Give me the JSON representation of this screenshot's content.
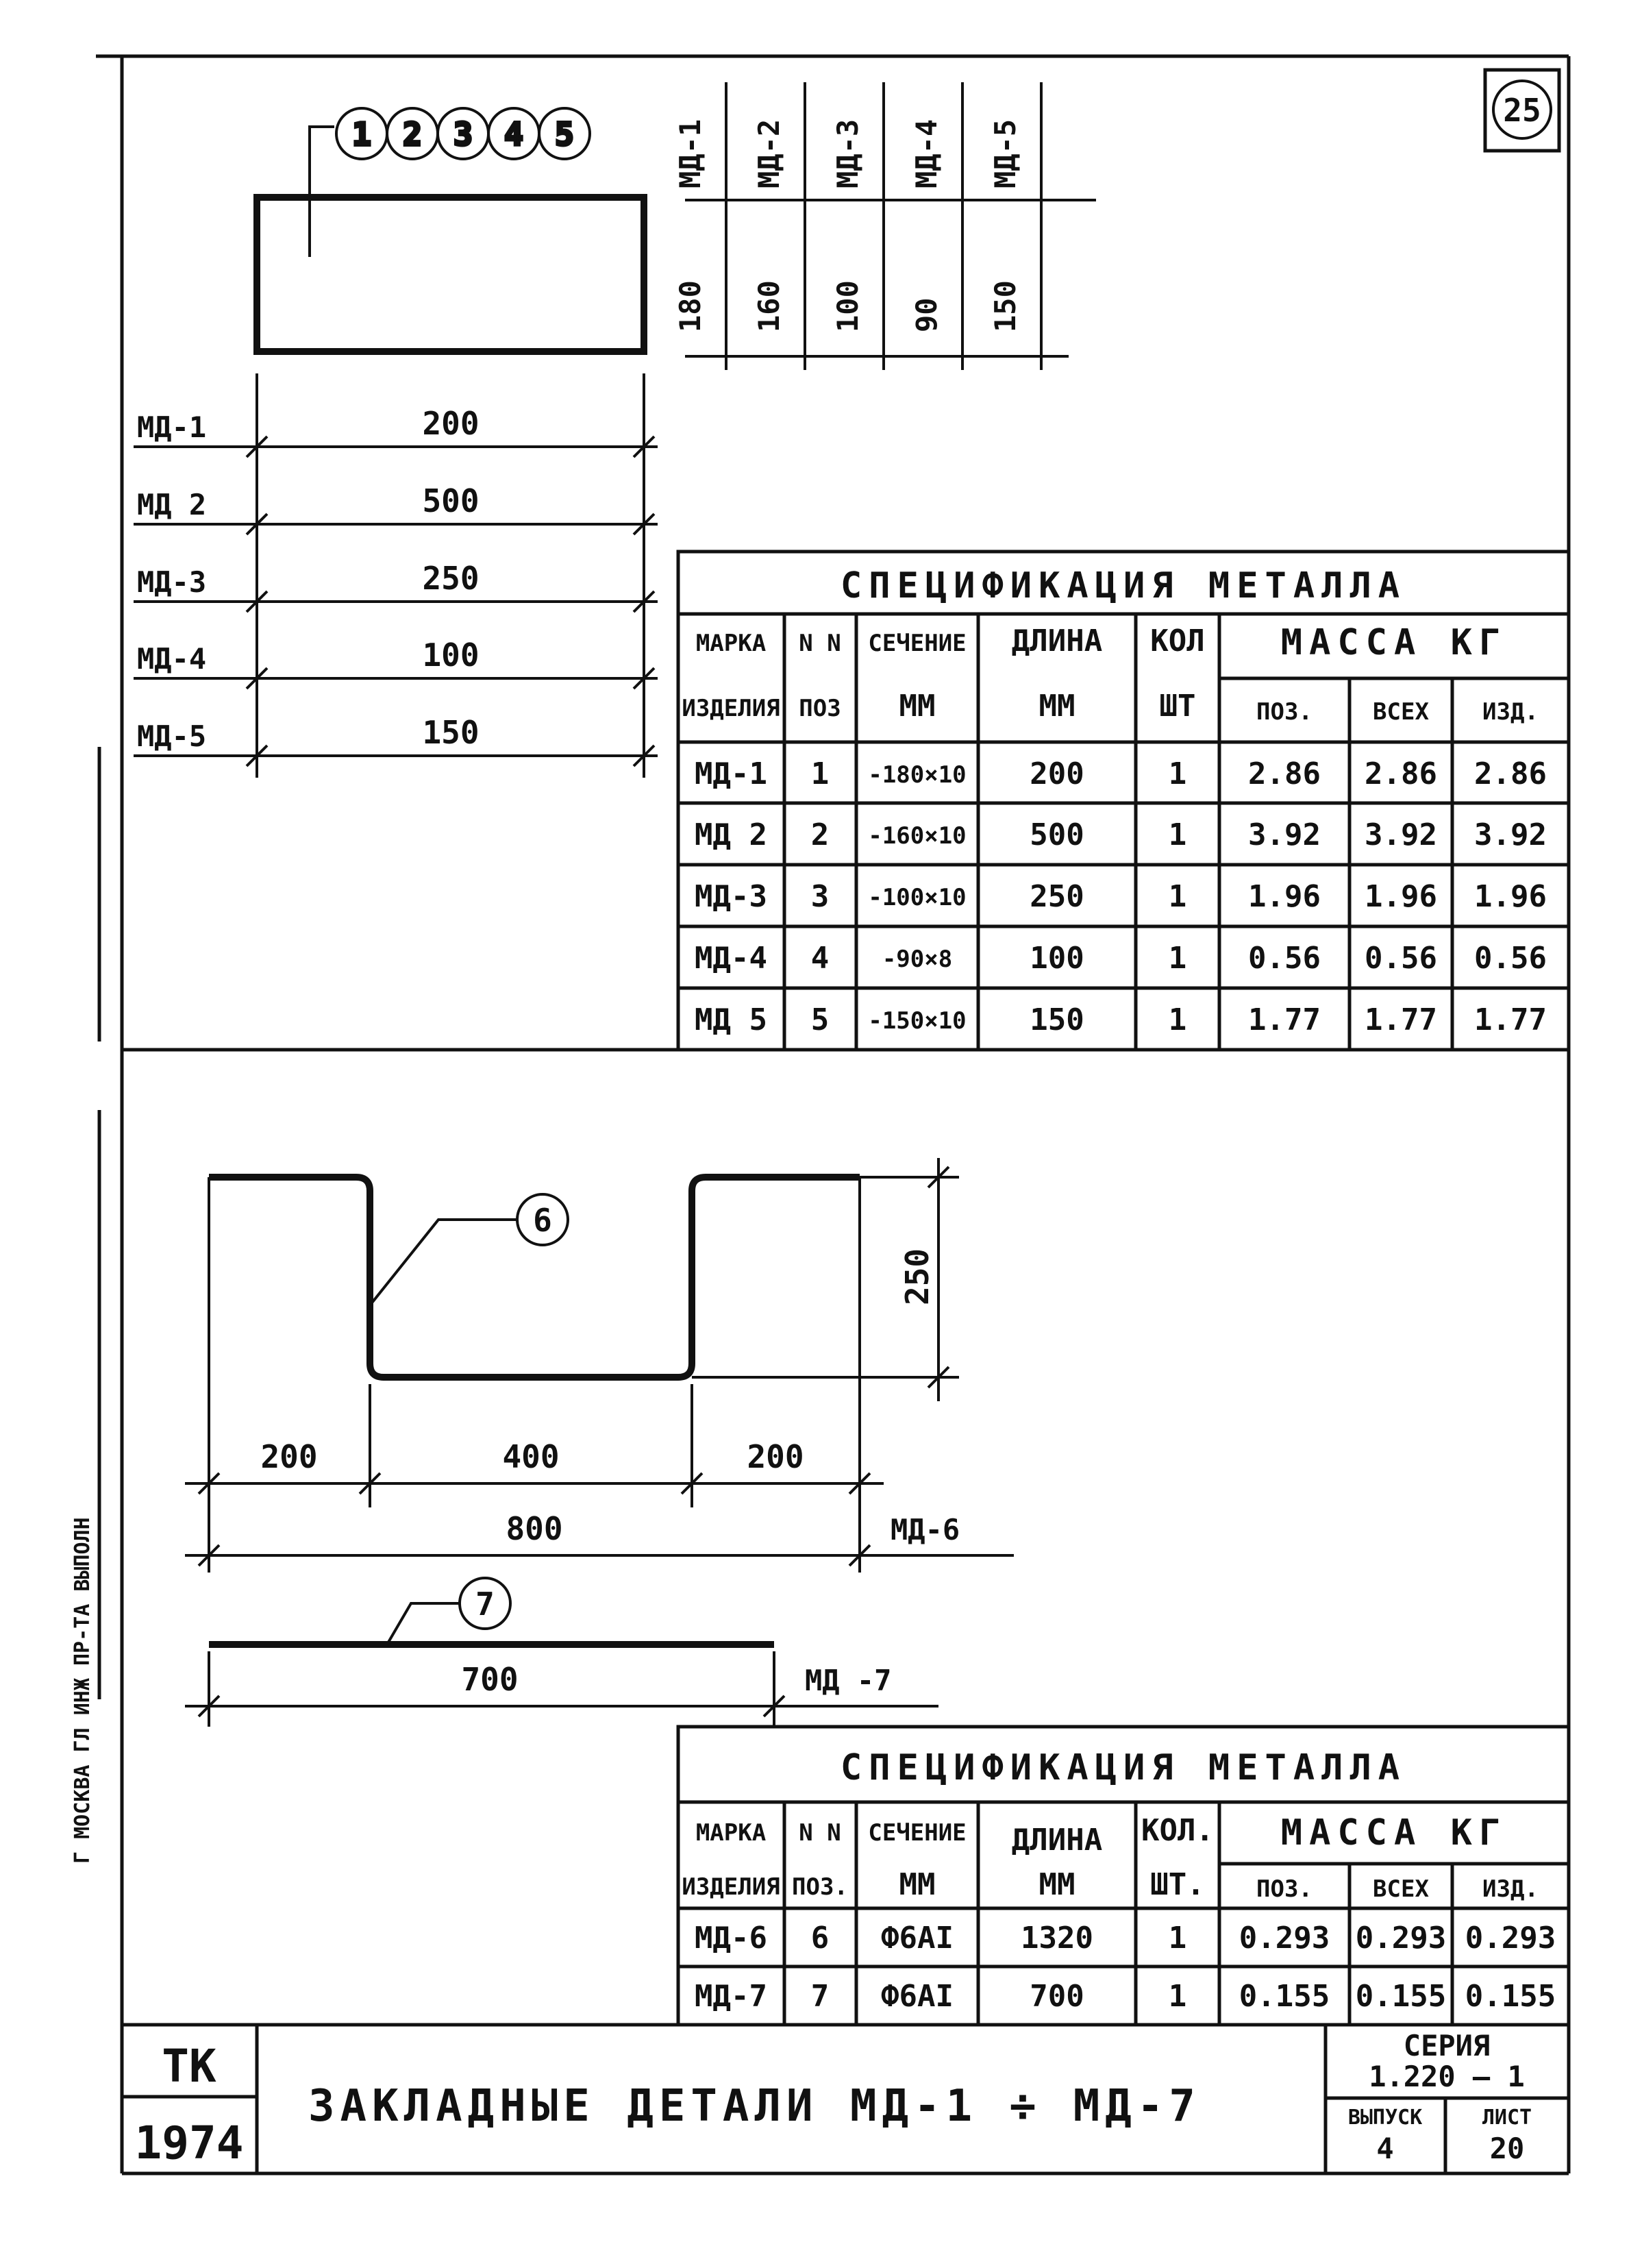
{
  "sheet": {
    "page_number": "25",
    "side_text": "Г МОСКВА  ГЛ ИНЖ ПР-ТА  ВЫПОЛН"
  },
  "top_group": {
    "callouts": [
      "1",
      "2",
      "3",
      "4",
      "5"
    ],
    "widths_table": {
      "marks": [
        "МД-1",
        "МД-2",
        "МД-3",
        "МД-4",
        "МД-5"
      ],
      "widths": [
        "180",
        "160",
        "100",
        "90",
        "150"
      ]
    },
    "length_dims": [
      {
        "mark": "МД-1",
        "length": "200"
      },
      {
        "mark": "МД 2",
        "length": "500"
      },
      {
        "mark": "МД-3",
        "length": "250"
      },
      {
        "mark": "МД-4",
        "length": "100"
      },
      {
        "mark": "МД-5",
        "length": "150"
      }
    ]
  },
  "spec_table_1": {
    "title": "СПЕЦИФИКАЦИЯ    МЕТАЛЛА",
    "headers": {
      "mark": [
        "МАРКА",
        "ИЗДЕЛИЯ"
      ],
      "pos": [
        "N N",
        "ПОЗ"
      ],
      "section": [
        "СЕЧЕНИЕ",
        "ММ"
      ],
      "length": [
        "ДЛИНА",
        "ММ"
      ],
      "qty": [
        "КОЛ",
        "ШТ"
      ],
      "mass": "МАССА  КГ",
      "mass_pos": "ПОЗ.",
      "mass_all": "ВСЕХ",
      "mass_item": "ИЗД."
    },
    "rows": [
      {
        "mark": "МД-1",
        "pos": "1",
        "section": "-180×10",
        "length": "200",
        "qty": "1",
        "m_pos": "2.86",
        "m_all": "2.86",
        "m_item": "2.86"
      },
      {
        "mark": "МД 2",
        "pos": "2",
        "section": "-160×10",
        "length": "500",
        "qty": "1",
        "m_pos": "3.92",
        "m_all": "3.92",
        "m_item": "3.92"
      },
      {
        "mark": "МД-3",
        "pos": "3",
        "section": "-100×10",
        "length": "250",
        "qty": "1",
        "m_pos": "1.96",
        "m_all": "1.96",
        "m_item": "1.96"
      },
      {
        "mark": "МД-4",
        "pos": "4",
        "section": "-90×8",
        "length": "100",
        "qty": "1",
        "m_pos": "0.56",
        "m_all": "0.56",
        "m_item": "0.56"
      },
      {
        "mark": "МД 5",
        "pos": "5",
        "section": "-150×10",
        "length": "150",
        "qty": "1",
        "m_pos": "1.77",
        "m_all": "1.77",
        "m_item": "1.77"
      }
    ]
  },
  "bent_part": {
    "callout": "6",
    "height": "250",
    "seg_left": "200",
    "seg_mid": "400",
    "seg_right": "200",
    "total": "800",
    "mark": "МД-6"
  },
  "straight_part": {
    "callout": "7",
    "length": "700",
    "mark": "МД -7"
  },
  "spec_table_2": {
    "title": "СПЕЦИФИКАЦИЯ    МЕТАЛЛА",
    "headers": {
      "mark": [
        "МАРКА",
        "ИЗДЕЛИЯ"
      ],
      "pos": [
        "N N",
        "ПОЗ."
      ],
      "section": [
        "СЕЧЕНИЕ",
        "ММ"
      ],
      "length": [
        "ДЛИНА",
        "ММ"
      ],
      "qty": [
        "КОЛ.",
        "ШТ."
      ],
      "mass": "МАССА  КГ",
      "mass_pos": "ПОЗ.",
      "mass_all": "ВСЕХ",
      "mass_item": "ИЗД."
    },
    "rows": [
      {
        "mark": "МД-6",
        "pos": "6",
        "section": "Ф6АI",
        "length": "1320",
        "qty": "1",
        "m_pos": "0.293",
        "m_all": "0.293",
        "m_item": "0.293"
      },
      {
        "mark": "МД-7",
        "pos": "7",
        "section": "Ф6АI",
        "length": "700",
        "qty": "1",
        "m_pos": "0.155",
        "m_all": "0.155",
        "m_item": "0.155"
      }
    ]
  },
  "title_block": {
    "org": "ТК",
    "year": "1974",
    "title": "ЗАКЛАДНЫЕ   ДЕТАЛИ    МД-1 ÷ МД-7",
    "series_label": "СЕРИЯ",
    "series": "1.220 — 1",
    "issue_label": "ВЫПУСК",
    "issue": "4",
    "sheet_label": "ЛИСТ",
    "sheet": "20"
  }
}
